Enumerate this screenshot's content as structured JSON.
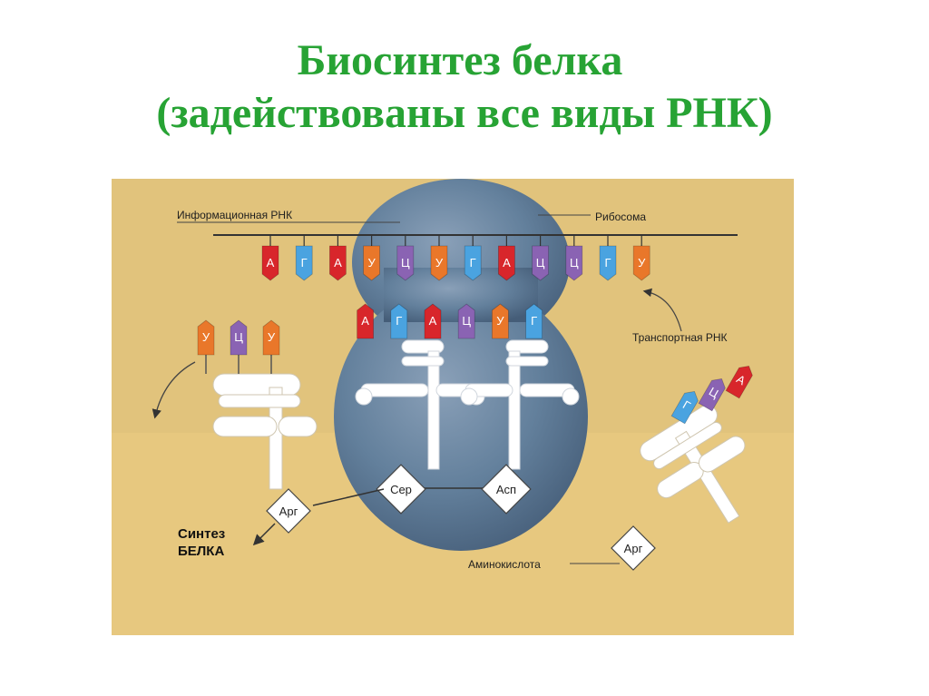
{
  "title": {
    "line1": "Биосинтез белка",
    "line2": "(задействованы все виды РНК)"
  },
  "labels": {
    "mrna": "Информационная РНК",
    "ribosome": "Рибосома",
    "trna": "Транспортная РНК",
    "amino_acid": "Аминокислота",
    "synthesis_line1": "Синтез",
    "synthesis_line2": "БЕЛКА"
  },
  "mrna_codons": [
    {
      "letter": "А",
      "color": "#d8262b"
    },
    {
      "letter": "Г",
      "color": "#4aa3e0"
    },
    {
      "letter": "А",
      "color": "#d8262b"
    },
    {
      "letter": "У",
      "color": "#e9772a"
    },
    {
      "letter": "Ц",
      "color": "#8a63b3"
    },
    {
      "letter": "У",
      "color": "#e9772a"
    },
    {
      "letter": "Г",
      "color": "#4aa3e0"
    },
    {
      "letter": "А",
      "color": "#d8262b"
    },
    {
      "letter": "Ц",
      "color": "#8a63b3"
    },
    {
      "letter": "Ц",
      "color": "#8a63b3"
    },
    {
      "letter": "Г",
      "color": "#4aa3e0"
    },
    {
      "letter": "У",
      "color": "#e9772a"
    }
  ],
  "anticodons_in_ribosome": [
    {
      "letter": "А",
      "color": "#d8262b"
    },
    {
      "letter": "Г",
      "color": "#4aa3e0"
    },
    {
      "letter": "А",
      "color": "#d8262b"
    },
    {
      "letter": "Ц",
      "color": "#8a63b3"
    },
    {
      "letter": "У",
      "color": "#e9772a"
    },
    {
      "letter": "Г",
      "color": "#4aa3e0"
    }
  ],
  "trna_left_anticodon": [
    {
      "letter": "У",
      "color": "#e9772a"
    },
    {
      "letter": "Ц",
      "color": "#8a63b3"
    },
    {
      "letter": "У",
      "color": "#e9772a"
    }
  ],
  "trna_right_anticodon": [
    {
      "letter": "Г",
      "color": "#4aa3e0"
    },
    {
      "letter": "Ц",
      "color": "#8a63b3"
    },
    {
      "letter": "А",
      "color": "#d8262b"
    }
  ],
  "amino_acids": {
    "ribosome_left": "Сер",
    "ribosome_right": "Асп",
    "released": "Арг",
    "incoming": "Арг"
  },
  "colors": {
    "title": "#27a334",
    "background": "#e7c87f",
    "ribosome": "#5f7893",
    "trna": "#ffffff"
  }
}
